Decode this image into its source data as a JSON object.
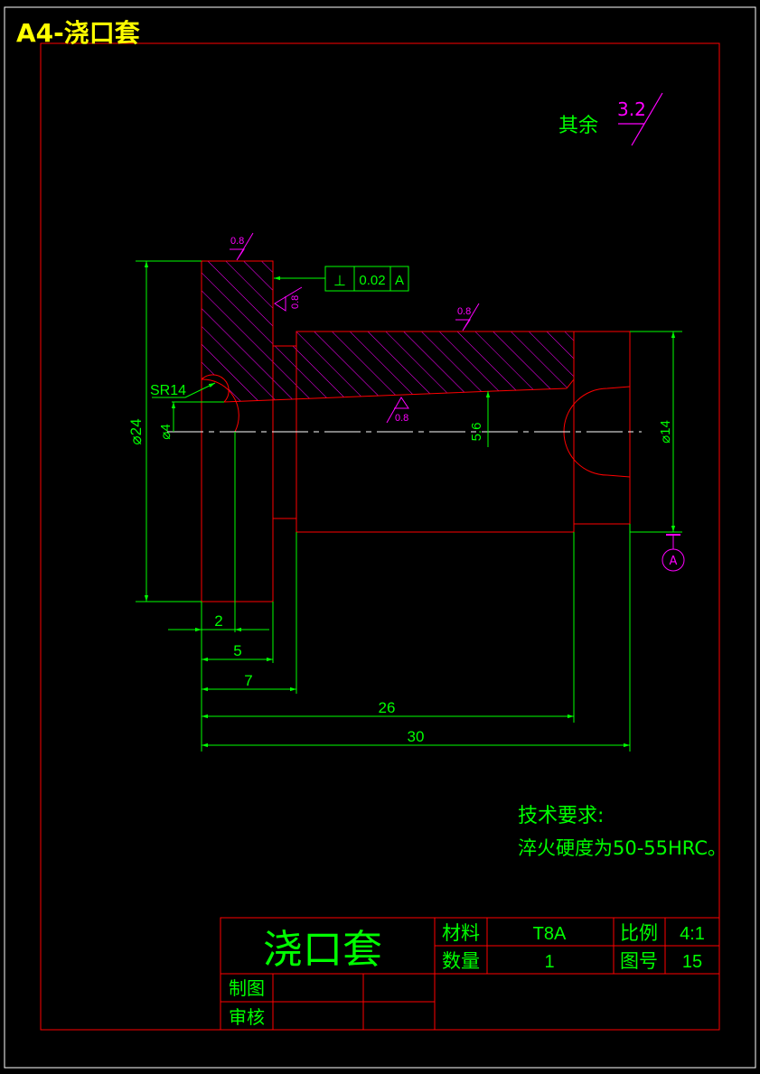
{
  "sheet_title": "A4-浇口套",
  "roughness_general": {
    "prefix": "其余",
    "value": "3.2"
  },
  "roughness_marks": {
    "top_face": "0.8",
    "step_face": "0.8",
    "top_surface": "0.8",
    "bore": "0.8"
  },
  "tolerance_frame": {
    "symbol": "⊥",
    "value": "0.02",
    "datum": "A"
  },
  "datum_label": "A",
  "dimensions": {
    "sr": "SR14",
    "d24": "⌀24",
    "d4": "⌀4",
    "d14": "⌀14",
    "taper": "5.6",
    "l2": "2",
    "l5": "5",
    "l7": "7",
    "l26": "26",
    "l30": "30"
  },
  "notes": {
    "heading": "技术要求:",
    "line1": "淬火硬度为50-55HRC。"
  },
  "title_block": {
    "part_name": "浇口套",
    "material_label": "材料",
    "material_value": "T8A",
    "scale_label": "比例",
    "scale_value": "4:1",
    "qty_label": "数量",
    "qty_value": "1",
    "drawing_no_label": "图号",
    "drawing_no_value": "15",
    "drawn_label": "制图",
    "checked_label": "审核"
  },
  "colors": {
    "outline": "#ff0000",
    "dimension": "#00ff00",
    "hatch": "#ff00ff",
    "roughness": "#ff00ff",
    "title": "#ffff00",
    "border": "#ffffff",
    "centerline": "#ffffff"
  }
}
